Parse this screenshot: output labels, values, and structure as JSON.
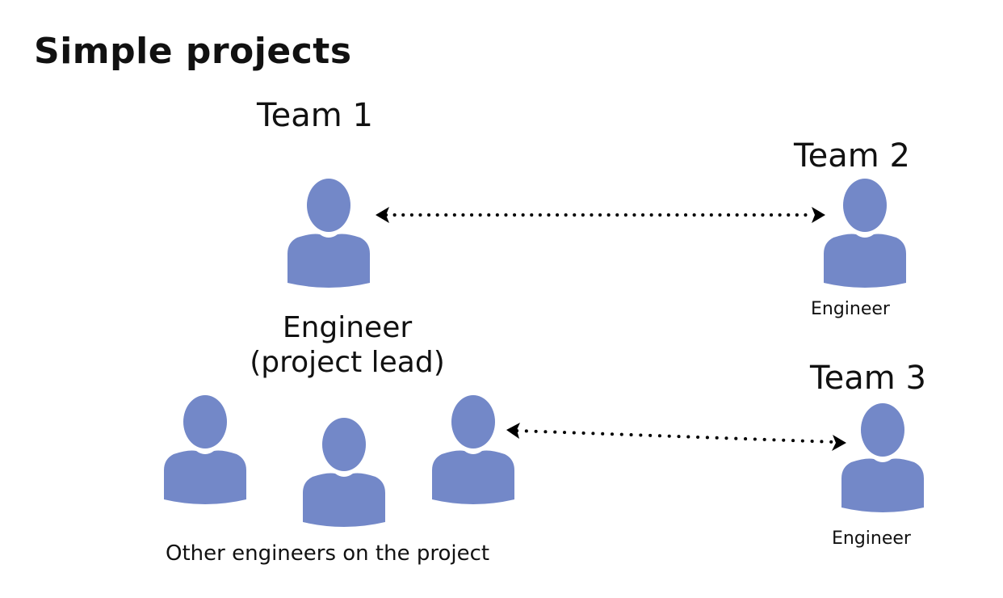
{
  "title": "Simple projects",
  "colors": {
    "person": "#7388C8",
    "arrow": "#000000",
    "background": "#ffffff"
  },
  "teams": [
    {
      "label": "Team 1",
      "role_line1": "Engineer",
      "role_line2": "(project lead)"
    },
    {
      "label": "Team 2",
      "role": "Engineer"
    },
    {
      "label": "Team 3",
      "role": "Engineer"
    }
  ],
  "other_engineers_label": "Other engineers on the project",
  "icons": {
    "person": "person-icon",
    "arrow": "dotted-double-arrow"
  },
  "connections": [
    {
      "from": "Team 1 Engineer (project lead)",
      "to": "Team 2 Engineer",
      "style": "dotted",
      "direction": "bidirectional"
    },
    {
      "from": "Other engineer (Team 1)",
      "to": "Team 3 Engineer",
      "style": "dotted",
      "direction": "bidirectional"
    }
  ]
}
